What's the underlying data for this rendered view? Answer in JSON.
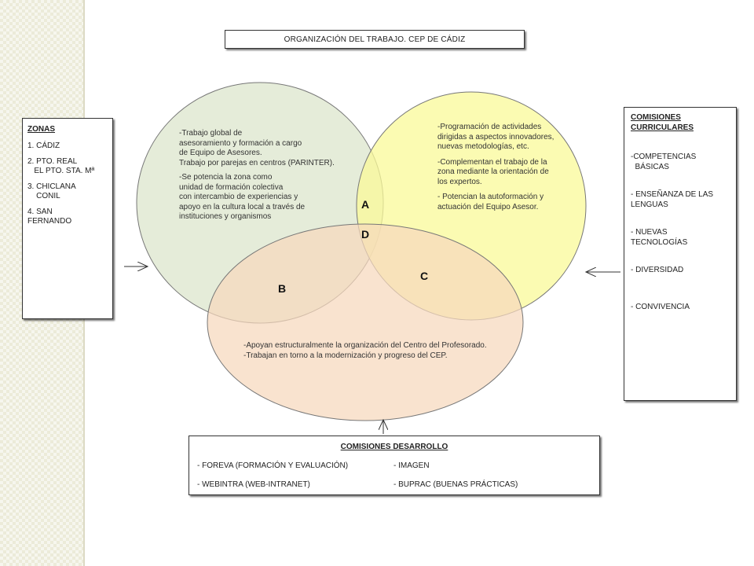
{
  "title": "ORGANIZACIÓN DEL TRABAJO. CEP DE CÁDIZ",
  "zonas": {
    "heading": "ZONAS",
    "items": [
      "1. CÁDIZ",
      "2. PTO. REAL\n   EL PTO. STA. Mª",
      "3. CHICLANA\n    CONIL",
      "4. SAN\nFERNANDO"
    ]
  },
  "comisiones_curriculares": {
    "heading": "COMISIONES\nCURRICULARES",
    "items": [
      "-COMPETENCIAS\n  BÁSICAS",
      "- ENSEÑANZA DE LAS\nLENGUAS",
      "- NUEVAS\nTECNOLOGÍAS",
      "- DIVERSIDAD",
      "- CONVIVENCIA"
    ]
  },
  "comisiones_desarrollo": {
    "heading": "COMISIONES DESARROLLO",
    "left": [
      "- FOREVA (FORMACIÓN Y EVALUACIÓN)",
      "- WEBINTRA (WEB-INTRANET)"
    ],
    "right": [
      "-  IMAGEN",
      "-  BUPRAC (BUENAS PRÁCTICAS)"
    ]
  },
  "circles": {
    "green": {
      "color": "#e2ead5",
      "lines": [
        "-Trabajo global de",
        "asesoramiento y formación a cargo",
        "de Equipo de Asesores.",
        "Trabajo por parejas en centros (PARINTER).",
        "",
        "-Se potencia la zona como",
        "unidad de formación colectiva",
        "con intercambio de experiencias y",
        "apoyo en la cultura local a través de",
        "instituciones y organismos"
      ]
    },
    "yellow": {
      "color": "#fafa98",
      "lines": [
        "-Programación de actividades",
        "dirigidas a aspectos innovadores,",
        "nuevas metodologías, etc.",
        "",
        "-Complementan el trabajo de la",
        "zona mediante la orientación de",
        "los expertos.",
        "",
        "- Potencian la autoformación y",
        "actuación del Equipo Asesor."
      ]
    },
    "orange": {
      "color": "#f6d8bd",
      "lines": [
        "-Apoyan estructuralmente la organización del Centro del Profesorado.",
        "-Trabajan en torno a la modernización y progreso del CEP."
      ]
    }
  },
  "regions": {
    "A": "A",
    "B": "B",
    "C": "C",
    "D": "D"
  }
}
